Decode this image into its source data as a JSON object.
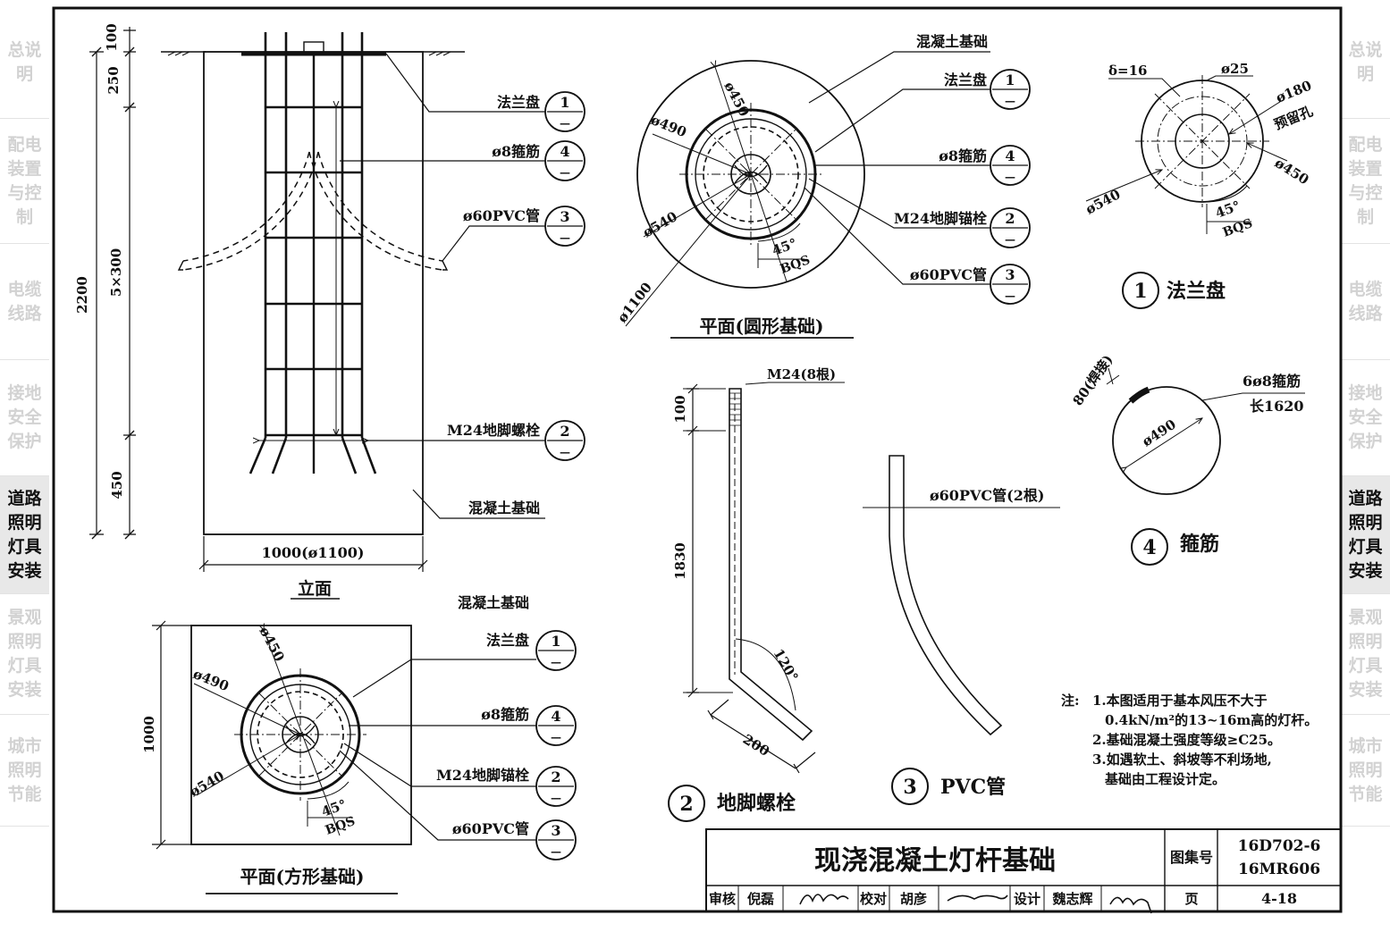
{
  "sidebar": {
    "items": [
      {
        "label": "总说明",
        "active": false
      },
      {
        "label": "配电装置与控制",
        "active": false
      },
      {
        "label": "电缆线路",
        "active": false
      },
      {
        "label": "接地安全保护",
        "active": false
      },
      {
        "label": "道路照明灯具安装",
        "active": true
      },
      {
        "label": "景观照明灯具安装",
        "active": false
      },
      {
        "label": "城市照明节能",
        "active": false
      }
    ]
  },
  "callouts": {
    "flange": "法兰盘",
    "stirrup": "ø8箍筋",
    "pvc": "ø60PVC管",
    "bolt": "M24地脚螺栓",
    "anchor": "M24地脚锚栓",
    "concrete": "混凝土基础"
  },
  "numbers": {
    "n1": "1",
    "n2": "2",
    "n3": "3",
    "n4": "4",
    "sub": "—"
  },
  "elevation": {
    "dim_100": "100",
    "dim_250": "250",
    "dim_2200": "2200",
    "dim_5x300": "5×300",
    "dim_450": "450",
    "dim_width": "1000(ø1100)",
    "title": "立面"
  },
  "plan_circle": {
    "d450": "ø450",
    "d490": "ø490",
    "d540": "ø540",
    "d1100": "ø1100",
    "angle": "45°",
    "bqs": "BQS",
    "title": "平面(圆形基础)"
  },
  "plan_square": {
    "d450": "ø450",
    "d490": "ø490",
    "d540": "ø540",
    "dim_1000": "1000",
    "angle": "45°",
    "bqs": "BQS",
    "title": "平面(方形基础)"
  },
  "flange_detail": {
    "delta": "δ=16",
    "d25": "ø25",
    "d180": "ø180",
    "reserved": "预留孔",
    "d450": "ø450",
    "d540": "ø540",
    "angle": "45°",
    "bqs": "BQS",
    "title": "法兰盘"
  },
  "stirrup_detail": {
    "weld": "80(焊接)",
    "bar": "6ø8箍筋",
    "length": "长1620",
    "d490": "ø490",
    "title": "箍筋"
  },
  "bolt_detail": {
    "spec": "M24(8根)",
    "dim_100": "100",
    "dim_1830": "1830",
    "angle": "120°",
    "dim_200": "200",
    "title": "地脚螺栓"
  },
  "pvc_detail": {
    "spec": "ø60PVC管(2根)",
    "title": "PVC管"
  },
  "notes": {
    "lead": "注:",
    "lines": [
      "1.本图适用于基本风压不大于",
      "0.4kN/m²的13~16m高的灯杆。",
      "2.基础混凝土强度等级≥C25。",
      "3.如遇软土、斜坡等不利场地,",
      "基础由工程设计定。"
    ]
  },
  "title_block": {
    "title": "现浇混凝土灯杆基础",
    "atlas_label": "图集号",
    "atlas_no_1": "16D702-6",
    "atlas_no_2": "16MR606",
    "review_label": "审核",
    "reviewer": "倪磊",
    "check_label": "校对",
    "checker": "胡彦",
    "design_label": "设计",
    "designer": "魏志辉",
    "page_label": "页",
    "page_no": "4-18"
  }
}
